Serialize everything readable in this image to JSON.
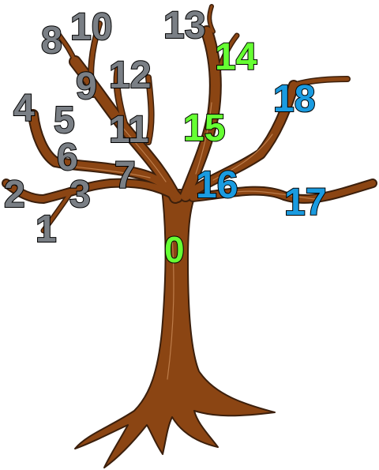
{
  "colors": {
    "bark": "#8b4513",
    "bark_outline": "#3b1f0c",
    "bark_highlight": "#c98a58",
    "gray_label": "#7a7f85",
    "green_label": "#66ff33",
    "blue_label": "#1a9be0"
  },
  "labels": {
    "n0": "0",
    "n1": "1",
    "n2": "2",
    "n3": "3",
    "n4": "4",
    "n5": "5",
    "n6": "6",
    "n7": "7",
    "n8": "8",
    "n9": "9",
    "n10": "10",
    "n11": "11",
    "n12": "12",
    "n13": "13",
    "n14": "14",
    "n15": "15",
    "n16": "16",
    "n17": "17",
    "n18": "18"
  }
}
